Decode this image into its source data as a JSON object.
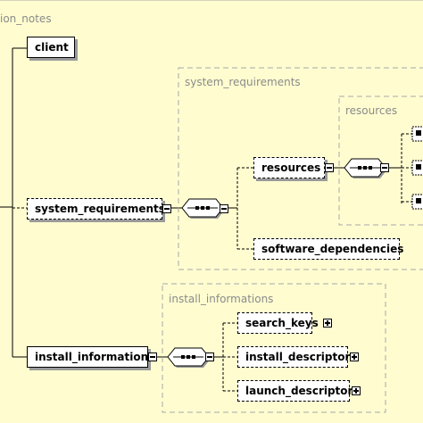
{
  "root": {
    "partial_label": "ion_notes"
  },
  "nodes": {
    "client": "client",
    "system_requirements": "system_requirements",
    "install_informations": "install_informations",
    "resources": "resources",
    "software_dependencies": "software_dependencies",
    "search_keys": "search_keys",
    "install_descriptor": "install_descriptor",
    "launch_descriptor": "launch_descriptor"
  },
  "groups": {
    "system_requirements": "system_requirements",
    "resources": "resources",
    "install_informations": "install_informations"
  },
  "colors": {
    "background": "#fffdd0",
    "group_border": "#a8a8a8",
    "group_text": "#8a8a8a",
    "node_fill": "#ffffff",
    "shadow": "#9a9a9a"
  },
  "icons": [
    "sequence-compositor-icon",
    "collapse-icon",
    "expand-icon"
  ]
}
